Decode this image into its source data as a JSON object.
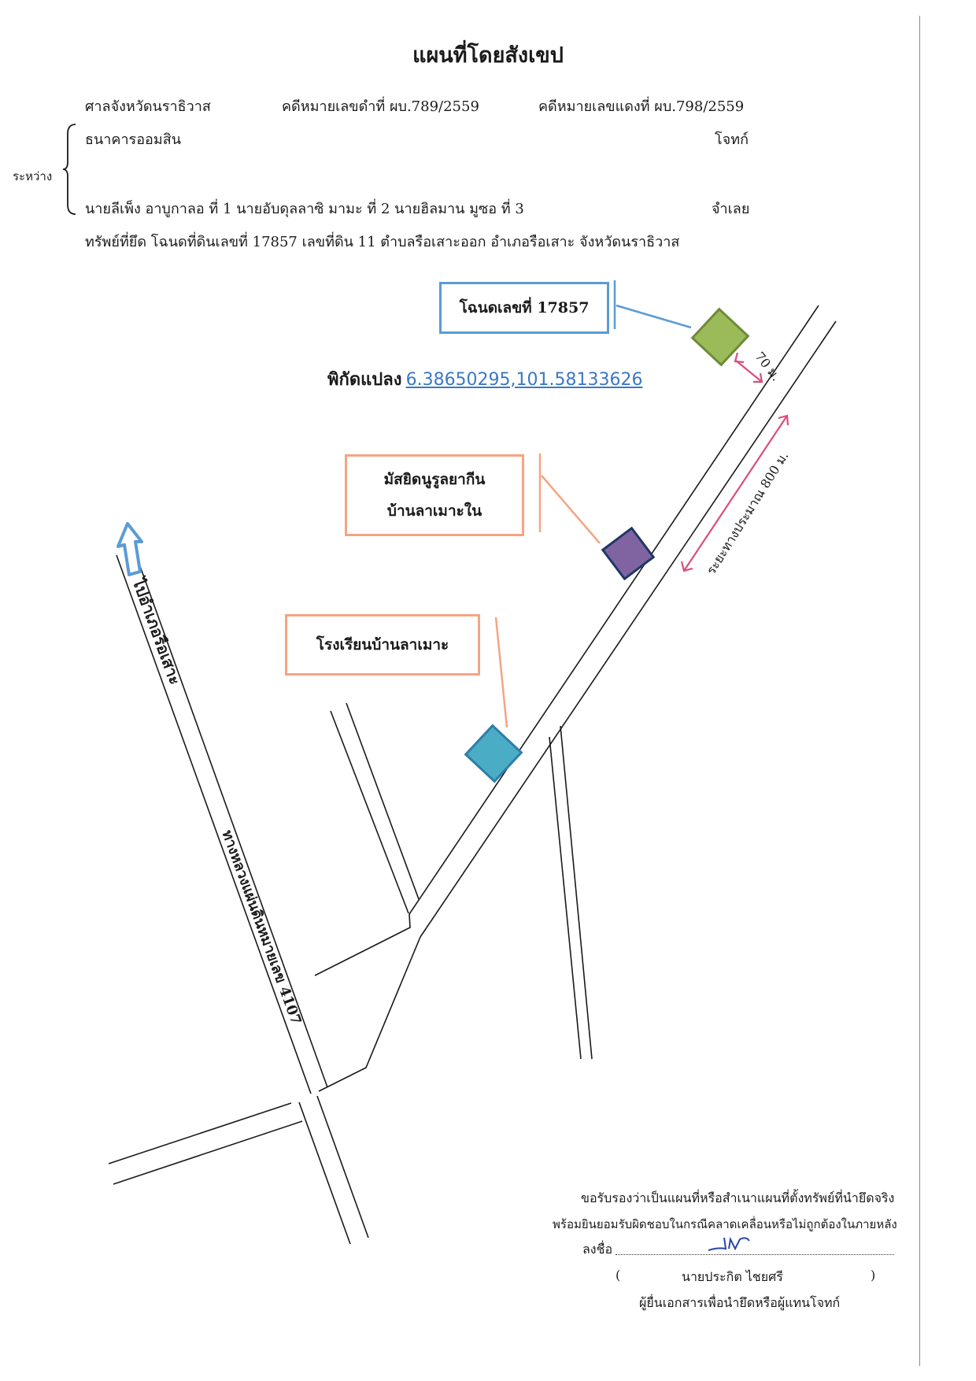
{
  "doc": {
    "title": "แผนที่โดยสังเขป",
    "court": "ศาลจังหวัดนราธิวาส",
    "black_case": "คดีหมายเลขดำที่ ผบ.789/2559",
    "red_case": "คดีหมายเลขแดงที่ ผบ.798/2559",
    "between_label": "ระหว่าง",
    "plaintiff_name": "ธนาคารออมสิน",
    "plaintiff_role": "โจทก์",
    "defendants_name": "นายลีเพ็ง อาบูกาลอ ที่ 1 นายอับดุลลาซิ มามะ ที่ 2 นายฮิลมาน มูซอ ที่ 3",
    "defendants_role": "จำเลย",
    "seized_property": "ทรัพย์ที่ยึด โฉนดที่ดินเลขที่ 17857 เลขที่ดิน 11 ตำบลรือเสาะออก อำเภอรือเสาะ จังหวัดนราธิวาส"
  },
  "map": {
    "deed_label": "โฉนดเลขที่ 17857",
    "coord_label": "พิกัดแปลง",
    "coord_value": "6.38650295,101.58133626",
    "dist_70": "70 ม.",
    "dist_800": "ระยะทางประมาณ 800 ม.",
    "mosque_line1": "มัสยิดนูรูลยากีน",
    "mosque_line2": "บ้านลาเมาะใน",
    "school_label": "โรงเรียนบ้านลาเมาะ",
    "to_rueso": "ไปอำเภอรือเสาะ",
    "highway": "ทางหลวงแผ่นดินหมายเลข 4107",
    "colors": {
      "deed_box": "#5b9bd5",
      "mosque_box": "#f4a582",
      "school_box": "#f4a582",
      "land_plot": "#9bbb59",
      "mosque_marker": "#8064a2",
      "school_marker": "#4bacc6",
      "distance_arrow": "#d94f7a",
      "direction_arrow": "#5b9bd5"
    }
  },
  "cert": {
    "line1": "ขอรับรองว่าเป็นแผนที่หรือสำเนาแผนที่ตั้งทรัพย์ที่นำยึดจริง",
    "line2": "พร้อมยินยอมรับผิดชอบในกรณีคลาดเคลื่อนหรือไม่ถูกต้องในภายหลัง",
    "sign_label": "ลงชื่อ",
    "open_paren": "(",
    "signer_name": "นายประกิต ไชยศรี",
    "close_paren": ")",
    "signer_role": "ผู้ยื่นเอกสารเพื่อนำยึดหรือผู้แทนโจทก์"
  }
}
